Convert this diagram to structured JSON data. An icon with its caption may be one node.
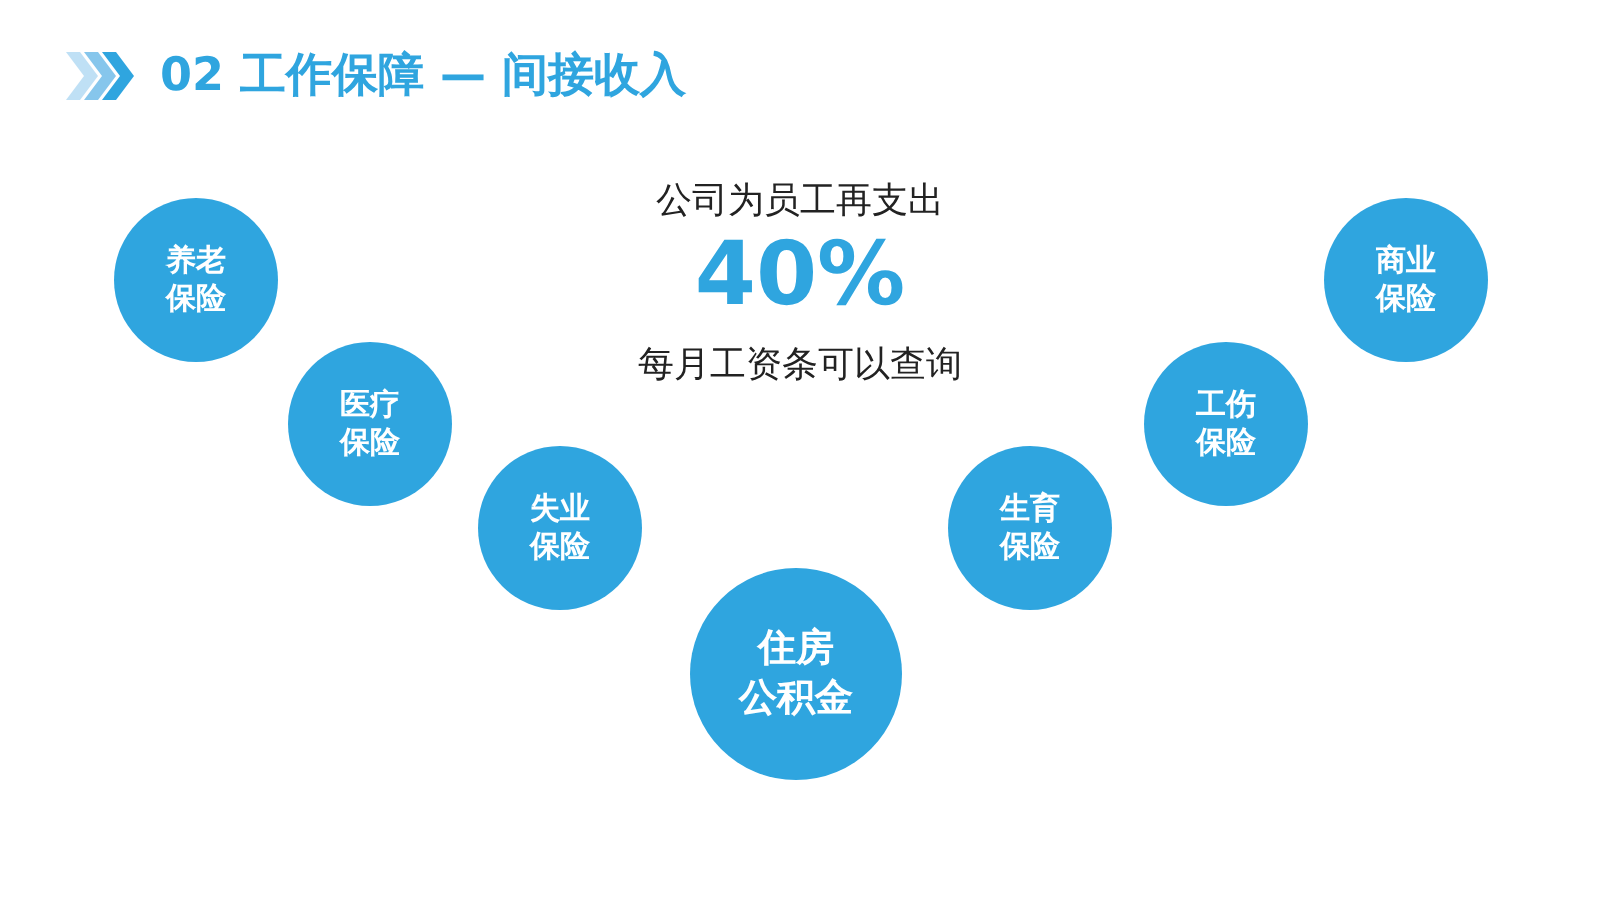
{
  "diagram": {
    "title": "02 工作保障 — 间接收入",
    "nodes": [
      {
        "text": [
          "养老保险"
        ]
      },
      {
        "text": [
          "医疗保险"
        ]
      },
      {
        "text": [
          "失业保险"
        ]
      },
      {
        "text": [
          "住房公积金"
        ]
      },
      {
        "text": [
          "生育保险"
        ]
      },
      {
        "text": [
          "工伤保险"
        ]
      },
      {
        "text": [
          "商业保险"
        ]
      }
    ],
    "edges": [],
    "labels": [
      "公司为员工再支出",
      "40%",
      "每月工资条可以查询"
    ]
  }
}
